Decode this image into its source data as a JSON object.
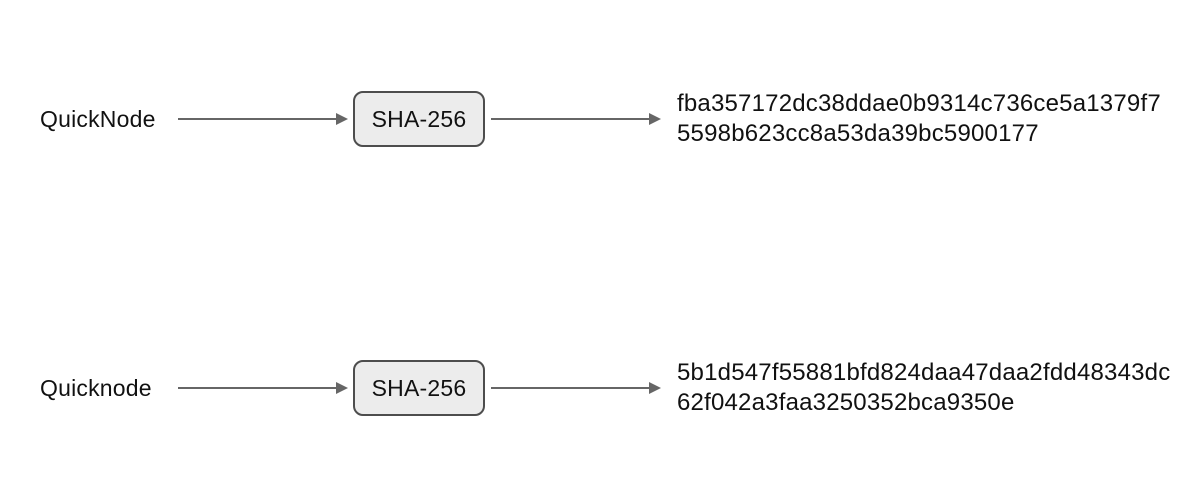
{
  "rows": [
    {
      "input": "QuickNode",
      "function": "SHA-256",
      "hash_line1": "fba357172dc38ddae0b9314c736ce5a1379f7",
      "hash_line2": "5598b623cc8a53da39bc5900177"
    },
    {
      "input": "Quicknode",
      "function": "SHA-256",
      "hash_line1": "5b1d547f55881bfd824daa47daa2fdd48343dc",
      "hash_line2": "62f042a3faa3250352bca9350e"
    }
  ],
  "colors": {
    "background": "#ffffff",
    "text": "#111111",
    "box_fill": "#ececec",
    "box_border": "#4d4d4d",
    "arrow": "#666666"
  }
}
